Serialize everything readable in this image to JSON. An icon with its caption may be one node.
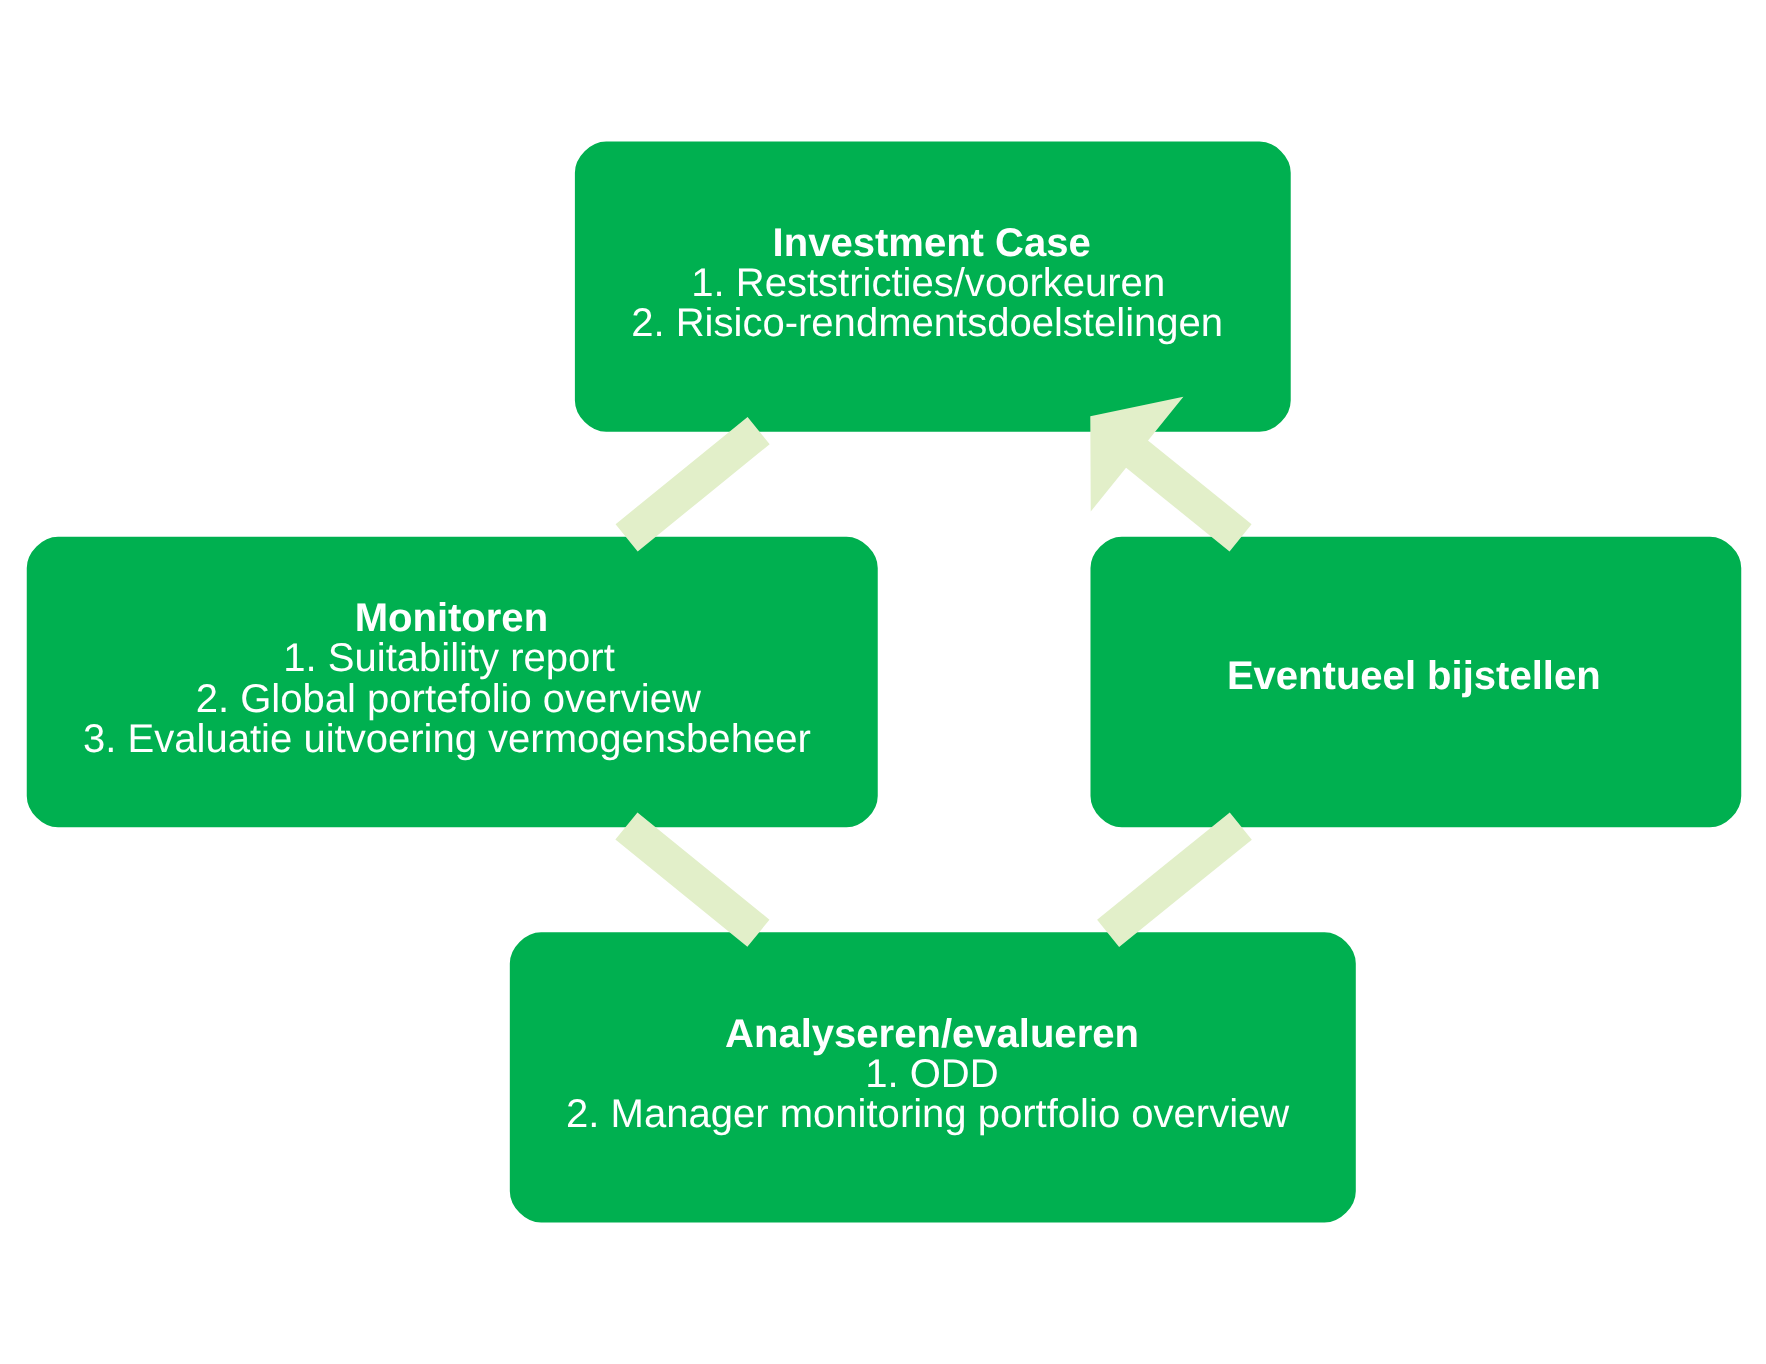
{
  "diagram": {
    "nodes": [
      {
        "text": [
          "Investment Case",
          "1. Reststricties/voorkeuren",
          "2. Risico-rendmentsdoelstelingen"
        ]
      },
      {
        "text": [
          "Monitoren",
          "1. Suitability report",
          "2. Global portefolio overview",
          "3. Evaluatie uitvoering vermogensbeheer"
        ]
      },
      {
        "text": [
          "Analyseren/evalueren",
          "1. ODD",
          "2. Manager monitoring portfolio overview"
        ]
      },
      {
        "text": [
          "Eventueel bijstellen"
        ]
      }
    ],
    "edges": [
      {
        "from": 0,
        "to": 1,
        "arrow": "none"
      },
      {
        "from": 1,
        "to": 2,
        "arrow": "none"
      },
      {
        "from": 2,
        "to": 3,
        "arrow": "none"
      },
      {
        "from": 3,
        "to": 0,
        "arrow": "to"
      }
    ]
  }
}
